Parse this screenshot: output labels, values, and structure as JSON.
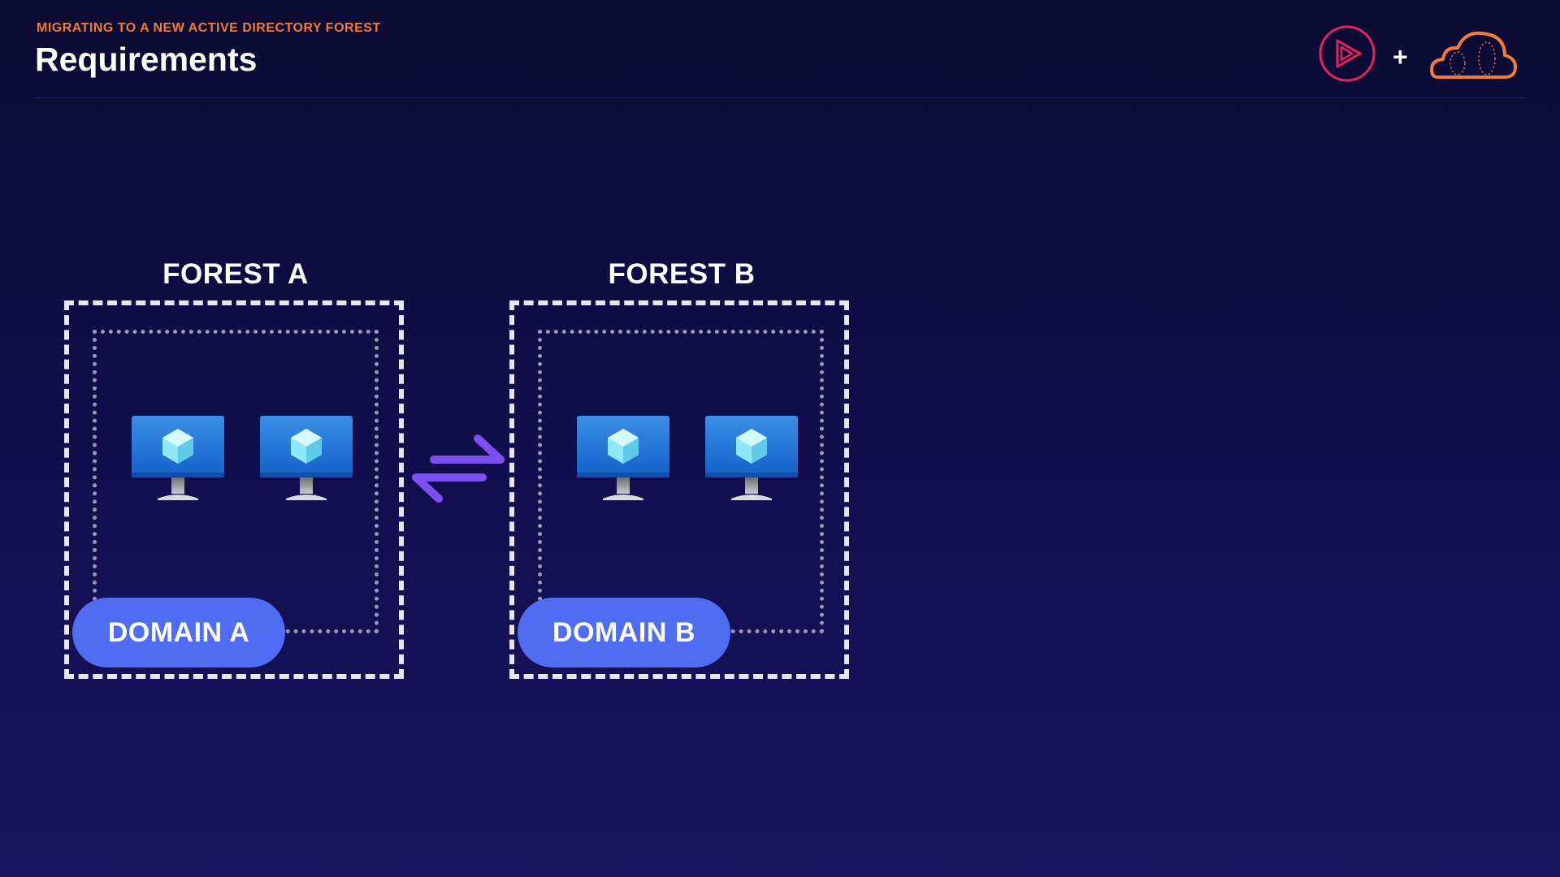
{
  "header": {
    "eyebrow": "MIGRATING TO A NEW ACTIVE DIRECTORY FOREST",
    "title": "Requirements",
    "plus": "+"
  },
  "logos": {
    "left_icon": "play-logo-icon",
    "right_icon": "cloud-logo-icon",
    "left_color": "#e0245e",
    "right_color": "#f27b36"
  },
  "diagram": {
    "forests": [
      {
        "label": "FOREST A",
        "domain": "DOMAIN A",
        "vm_count": 2
      },
      {
        "label": "FOREST B",
        "domain": "DOMAIN B",
        "vm_count": 2
      }
    ],
    "link_icon": "bidirectional-arrows-icon",
    "colors": {
      "pill": "#4f6cf2",
      "arrows": "#7b4ff0",
      "forest_border": "#e6e6ee",
      "domain_border": "#9b98b5"
    }
  }
}
